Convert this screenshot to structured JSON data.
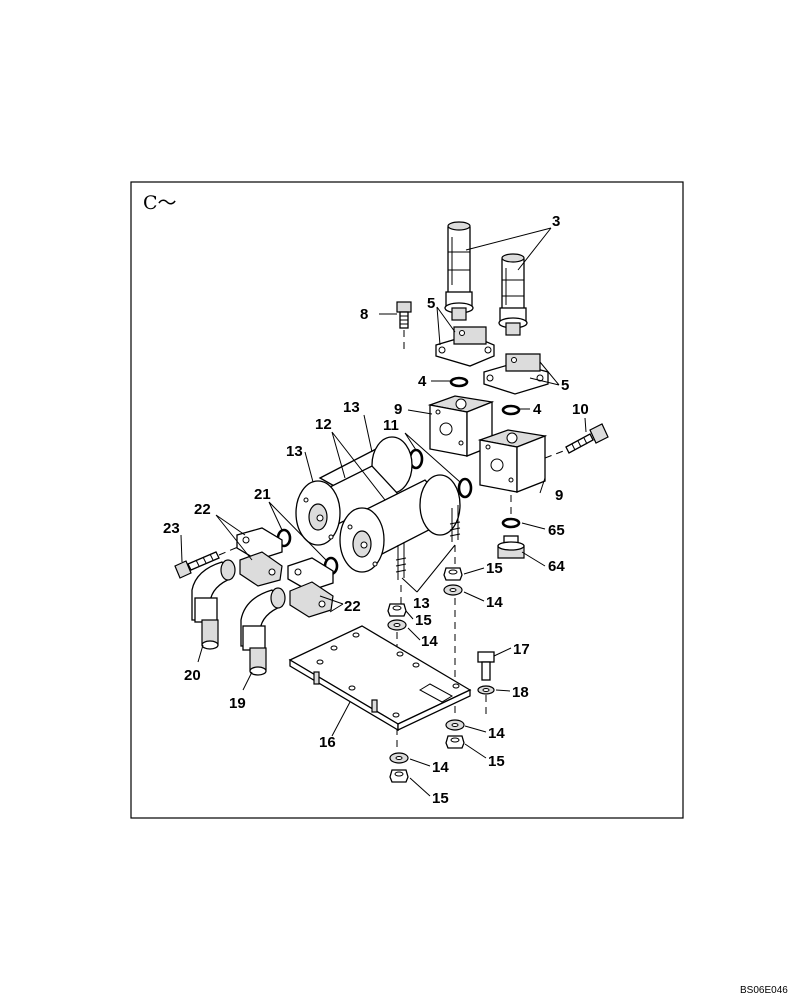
{
  "view_label": "C～",
  "reference_code": "BS06E046",
  "callouts": {
    "c3": "3",
    "c5a": "5",
    "c5b": "5",
    "c8": "8",
    "c4a": "4",
    "c4b": "4",
    "c9a": "9",
    "c9b": "9",
    "c10": "10",
    "c11": "11",
    "c13a": "13",
    "c12": "12",
    "c13b": "13",
    "c21": "21",
    "c22a": "22",
    "c22b": "22",
    "c23": "23",
    "c65": "65",
    "c64": "64",
    "c15a": "15",
    "c14a": "14",
    "c13c": "13",
    "c15b": "15",
    "c14b": "14",
    "c17": "17",
    "c18": "18",
    "c20": "20",
    "c19": "19",
    "c16": "16",
    "c14c": "14",
    "c15c": "15",
    "c14d": "14",
    "c15d": "15"
  }
}
